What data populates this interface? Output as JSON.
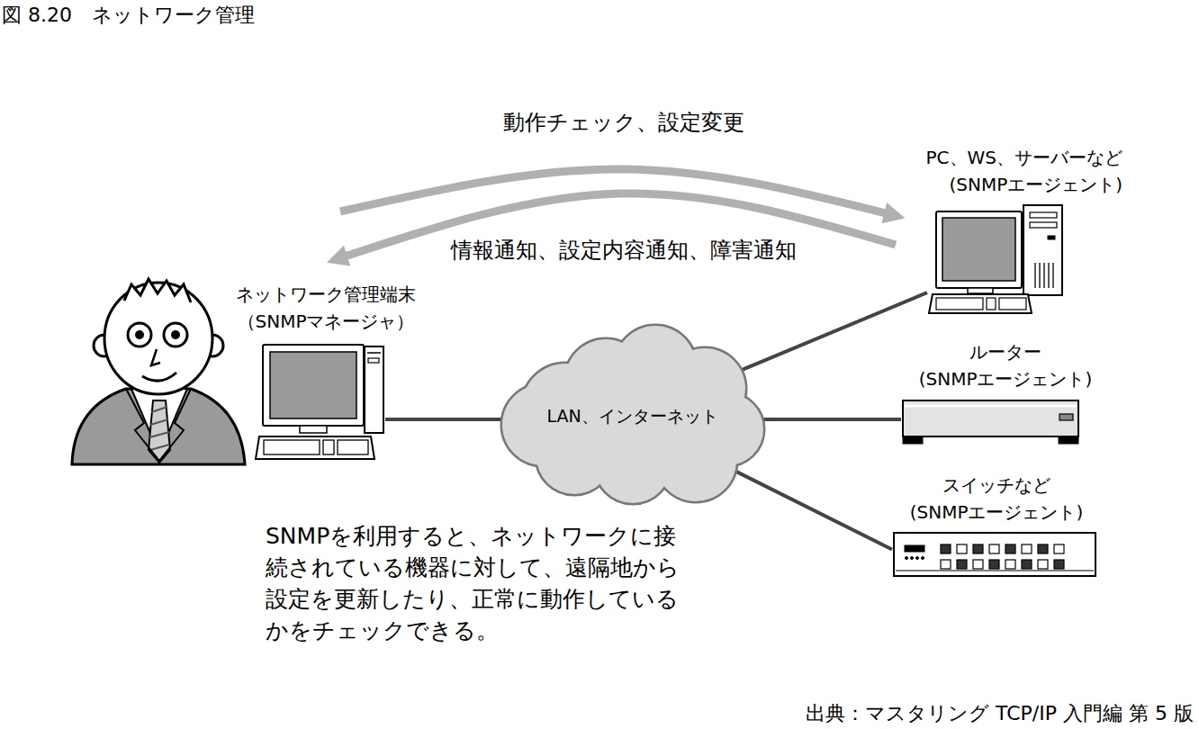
{
  "diagram": {
    "title": "図 8.20　ネットワーク管理",
    "nodes": [
      {
        "text": [
          "ネットワーク管理端末",
          "（SNMPマネージャ）"
        ]
      },
      {
        "text": [
          "LAN、インターネット"
        ]
      },
      {
        "text": [
          "PC、WS、サーバーなど",
          "(SNMPエージェント)"
        ]
      },
      {
        "text": [
          "ルーター",
          "(SNMPエージェント)"
        ]
      },
      {
        "text": [
          "スイッチなど",
          "(SNMPエージェント)"
        ]
      }
    ],
    "edges": [
      {
        "from": 0,
        "to": 2,
        "arrow": "to",
        "label": "動作チェック、設定変更"
      },
      {
        "from": 2,
        "to": 0,
        "arrow": "to",
        "label": "情報通知、設定内容通知、障害通知"
      },
      {
        "from": 0,
        "to": 1,
        "arrow": "none"
      },
      {
        "from": 1,
        "to": 2,
        "arrow": "none"
      },
      {
        "from": 1,
        "to": 3,
        "arrow": "none"
      },
      {
        "from": 1,
        "to": 4,
        "arrow": "none"
      }
    ],
    "labels": [
      "SNMPを利用すると、ネットワークに接続されている機器に対して、遠隔地から設定を更新したり、正常に動作しているかをチェックできる。",
      "出典：マスタリング TCP/IP 入門編 第 5 版"
    ]
  }
}
